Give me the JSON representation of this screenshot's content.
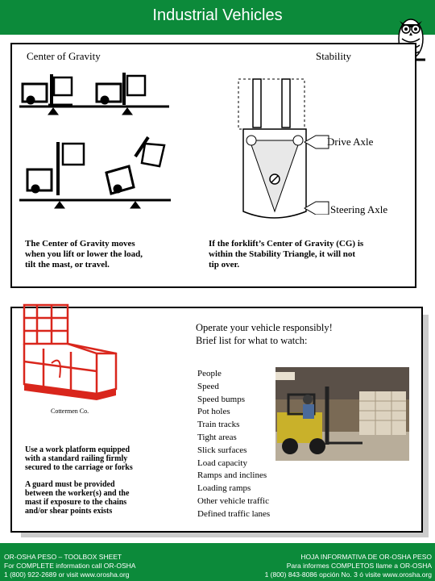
{
  "header": {
    "title": "Industrial Vehicles"
  },
  "top": {
    "cg_heading": "Center of Gravity",
    "stability_heading": "Stability",
    "drive_axle": "Drive Axle",
    "steering_axle": "Steering Axle",
    "cg_caption_lines": [
      "The Center of Gravity moves",
      "when you lift or lower the load,",
      "tilt the mast, or travel."
    ],
    "triangle_caption_lines": [
      "If the forklift’s Center of Gravity (CG) is",
      "within the Stability Triangle, it will not",
      "tip over."
    ]
  },
  "bottom": {
    "operate_lines": [
      "Operate your vehicle responsibly!",
      "Brief list for what to watch:"
    ],
    "watch_list": [
      "People",
      "Speed",
      "Speed bumps",
      "Pot holes",
      "Train tracks",
      "Tight areas",
      "Slick surfaces",
      "Load capacity",
      "Ramps and inclines",
      "Loading ramps",
      "Other vehicle traffic",
      "Defined traffic lanes"
    ],
    "platform_credit": "Cottermen Co.",
    "platform_lines": [
      "Use a work platform equipped",
      "with a standard railing firmly",
      "secured to the carriage or forks"
    ],
    "guard_lines": [
      "A guard must be provided",
      "between the worker(s) and the",
      "mast if exposure to the chains",
      "and/or shear points exists"
    ]
  },
  "footer": {
    "left_lines": [
      "OR-OSHA PESO – TOOLBOX SHEET",
      "For COMPLETE information call OR-OSHA",
      "1 (800) 922-2689 or visit www.orosha.org"
    ],
    "right_lines": [
      "HOJA INFORMATIVA DE OR-OSHA PESO",
      "Para informes COMPLETOS llame a OR-OSHA",
      "1 (800) 843-8086 opción No. 3 ó visite www.orosha.org"
    ]
  },
  "colors": {
    "brand_green": "#0c8a3a",
    "platform_red": "#d9261c",
    "panel_shadow": "#cccccc"
  },
  "icons": [
    "owl-logo-icon",
    "forklift-icon",
    "stability-triangle-icon"
  ]
}
